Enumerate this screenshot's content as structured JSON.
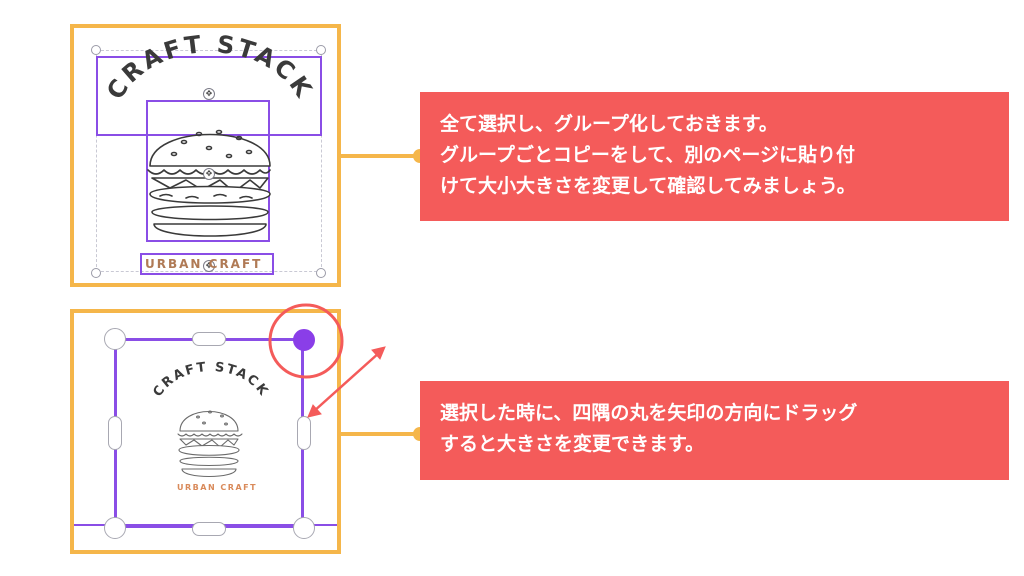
{
  "callouts": {
    "top": {
      "line1": "全て選択し、グループ化しておきます。",
      "line2": "グループごとコピーをして、別のページに貼り付",
      "line3": "けて大小大きさを変更して確認してみましょう。"
    },
    "bottom": {
      "line1": "選択した時に、四隅の丸を矢印の方向にドラッグ",
      "line2": "すると大きさを変更できます。"
    }
  },
  "design": {
    "brand_title": "CRAFT STACK",
    "brand_subtitle_top": "URBAN CRAFT",
    "brand_subtitle_bottom": "URBAN CRAFT"
  },
  "colors": {
    "panel_border": "#f5b64a",
    "callout_bg": "#f45b5a",
    "selection": "#8a4ee6",
    "highlight_circle": "#f45b5a",
    "arrow": "#f45b5a"
  }
}
